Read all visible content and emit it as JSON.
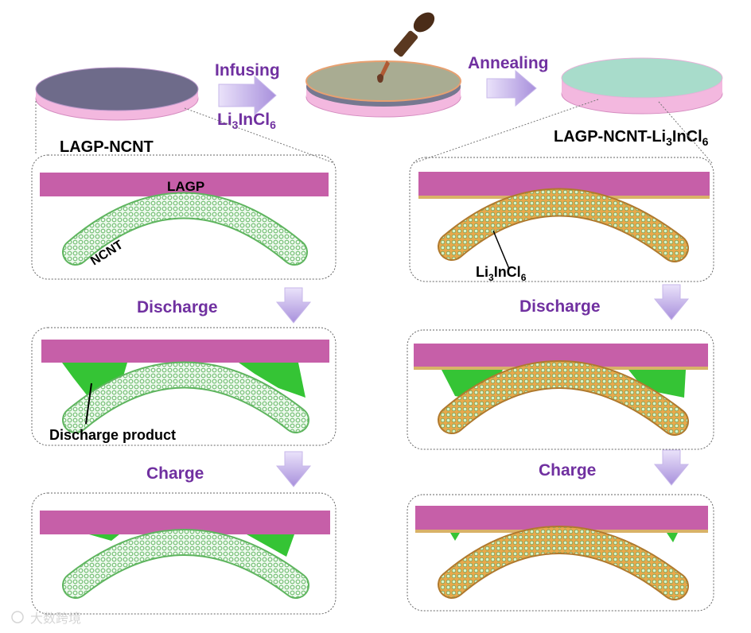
{
  "steps": {
    "infusing": "Infusing",
    "infusing_material": {
      "base1": "Li",
      "sub1": "3",
      "base2": "InCl",
      "sub2": "6"
    },
    "annealing": "Annealing"
  },
  "left": {
    "title": "LAGP-NCNT",
    "layer_label": "LAGP",
    "tube_label": "NCNT",
    "discharge_label": "Discharge",
    "charge_label": "Charge",
    "product_label": "Discharge product"
  },
  "right": {
    "title": {
      "base1": "LAGP-NCNT-Li",
      "sub1": "3",
      "base2": "InCl",
      "sub2": "6"
    },
    "coating_label": {
      "base1": "Li",
      "sub1": "3",
      "base2": "InCl",
      "sub2": "6"
    },
    "discharge_label": "Discharge",
    "charge_label": "Charge"
  },
  "watermark": "大数跨境",
  "colors": {
    "step_text": "#7030a0",
    "lagp_slab": "#c65fa8",
    "ncnt": "#b4e6b4",
    "coating": "#e0a64a",
    "discharge_product": "#35c435",
    "arrow": "#b8a2e0",
    "disc_top_left": "#6e6b8a",
    "disc_top_mid": "#a9ac92",
    "disc_top_right": "#a8dccb",
    "disc_base": "#f3b8df"
  }
}
